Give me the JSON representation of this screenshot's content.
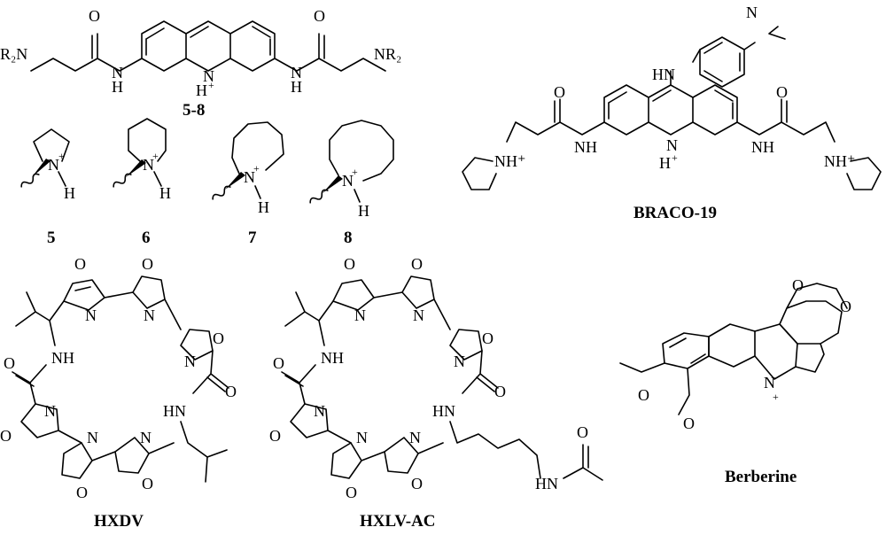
{
  "labels": {
    "compound_5_8": "5-8",
    "compound_5": "5",
    "compound_6": "6",
    "compound_7": "7",
    "compound_8": "8",
    "braco": "BRACO-19",
    "hxdv": "HXDV",
    "hxlv": "HXLV-AC",
    "berberine": "Berberine"
  },
  "atoms": {
    "R2N": "R₂N",
    "NR2": "NR₂",
    "N": "N",
    "H": "H",
    "plus": "+",
    "NH": "NH",
    "HN": "HN",
    "O": "O",
    "NHplus": "NH⁺"
  }
}
